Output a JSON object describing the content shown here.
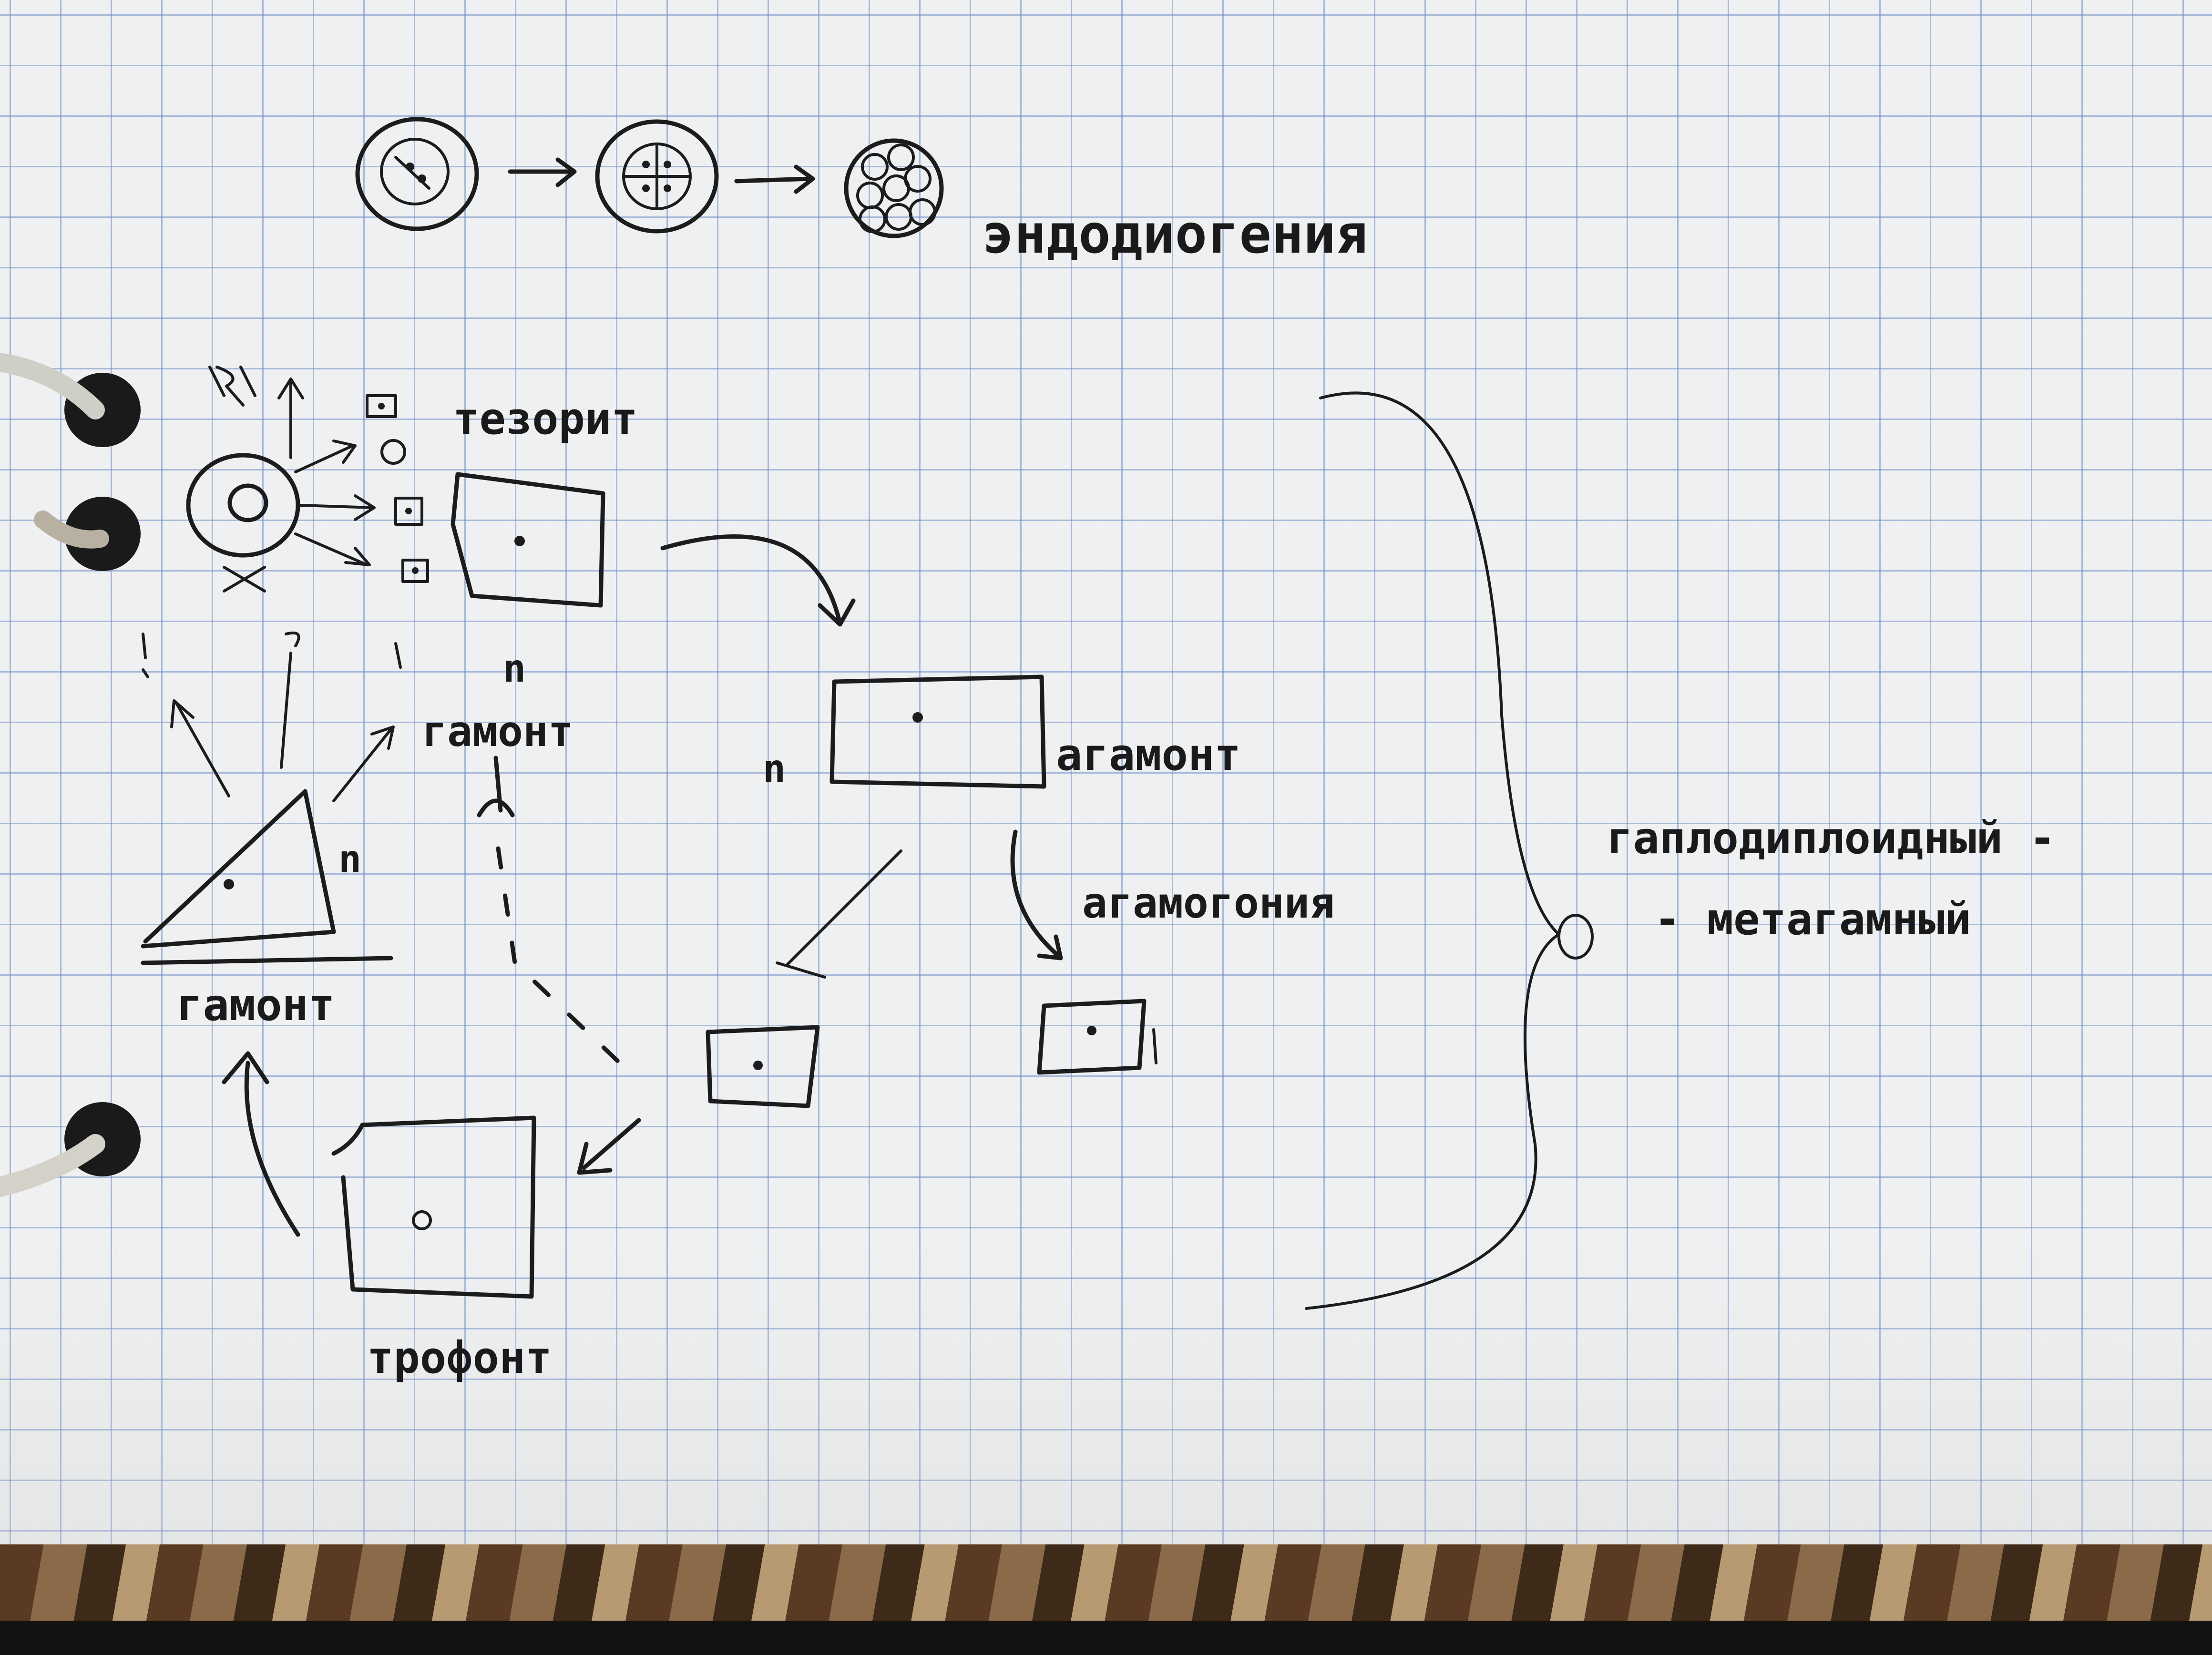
{
  "labels": {
    "endodiogenesis": "эндодиогения",
    "tetrasporophyte": "тезорит",
    "gamont_top": "гамонт",
    "gamont_left": "гамонт",
    "agamont": "агамонт",
    "agamogony": "агамогония",
    "trophont": "трофонт",
    "cycle_note_line1": "гаплодиплоидный -",
    "cycle_note_line2": "- метагамный",
    "ploidy_n": "n"
  },
  "colors": {
    "ink": "#1c1c1c",
    "paper": "#eef0f1",
    "grid": "#6e8cc8"
  }
}
